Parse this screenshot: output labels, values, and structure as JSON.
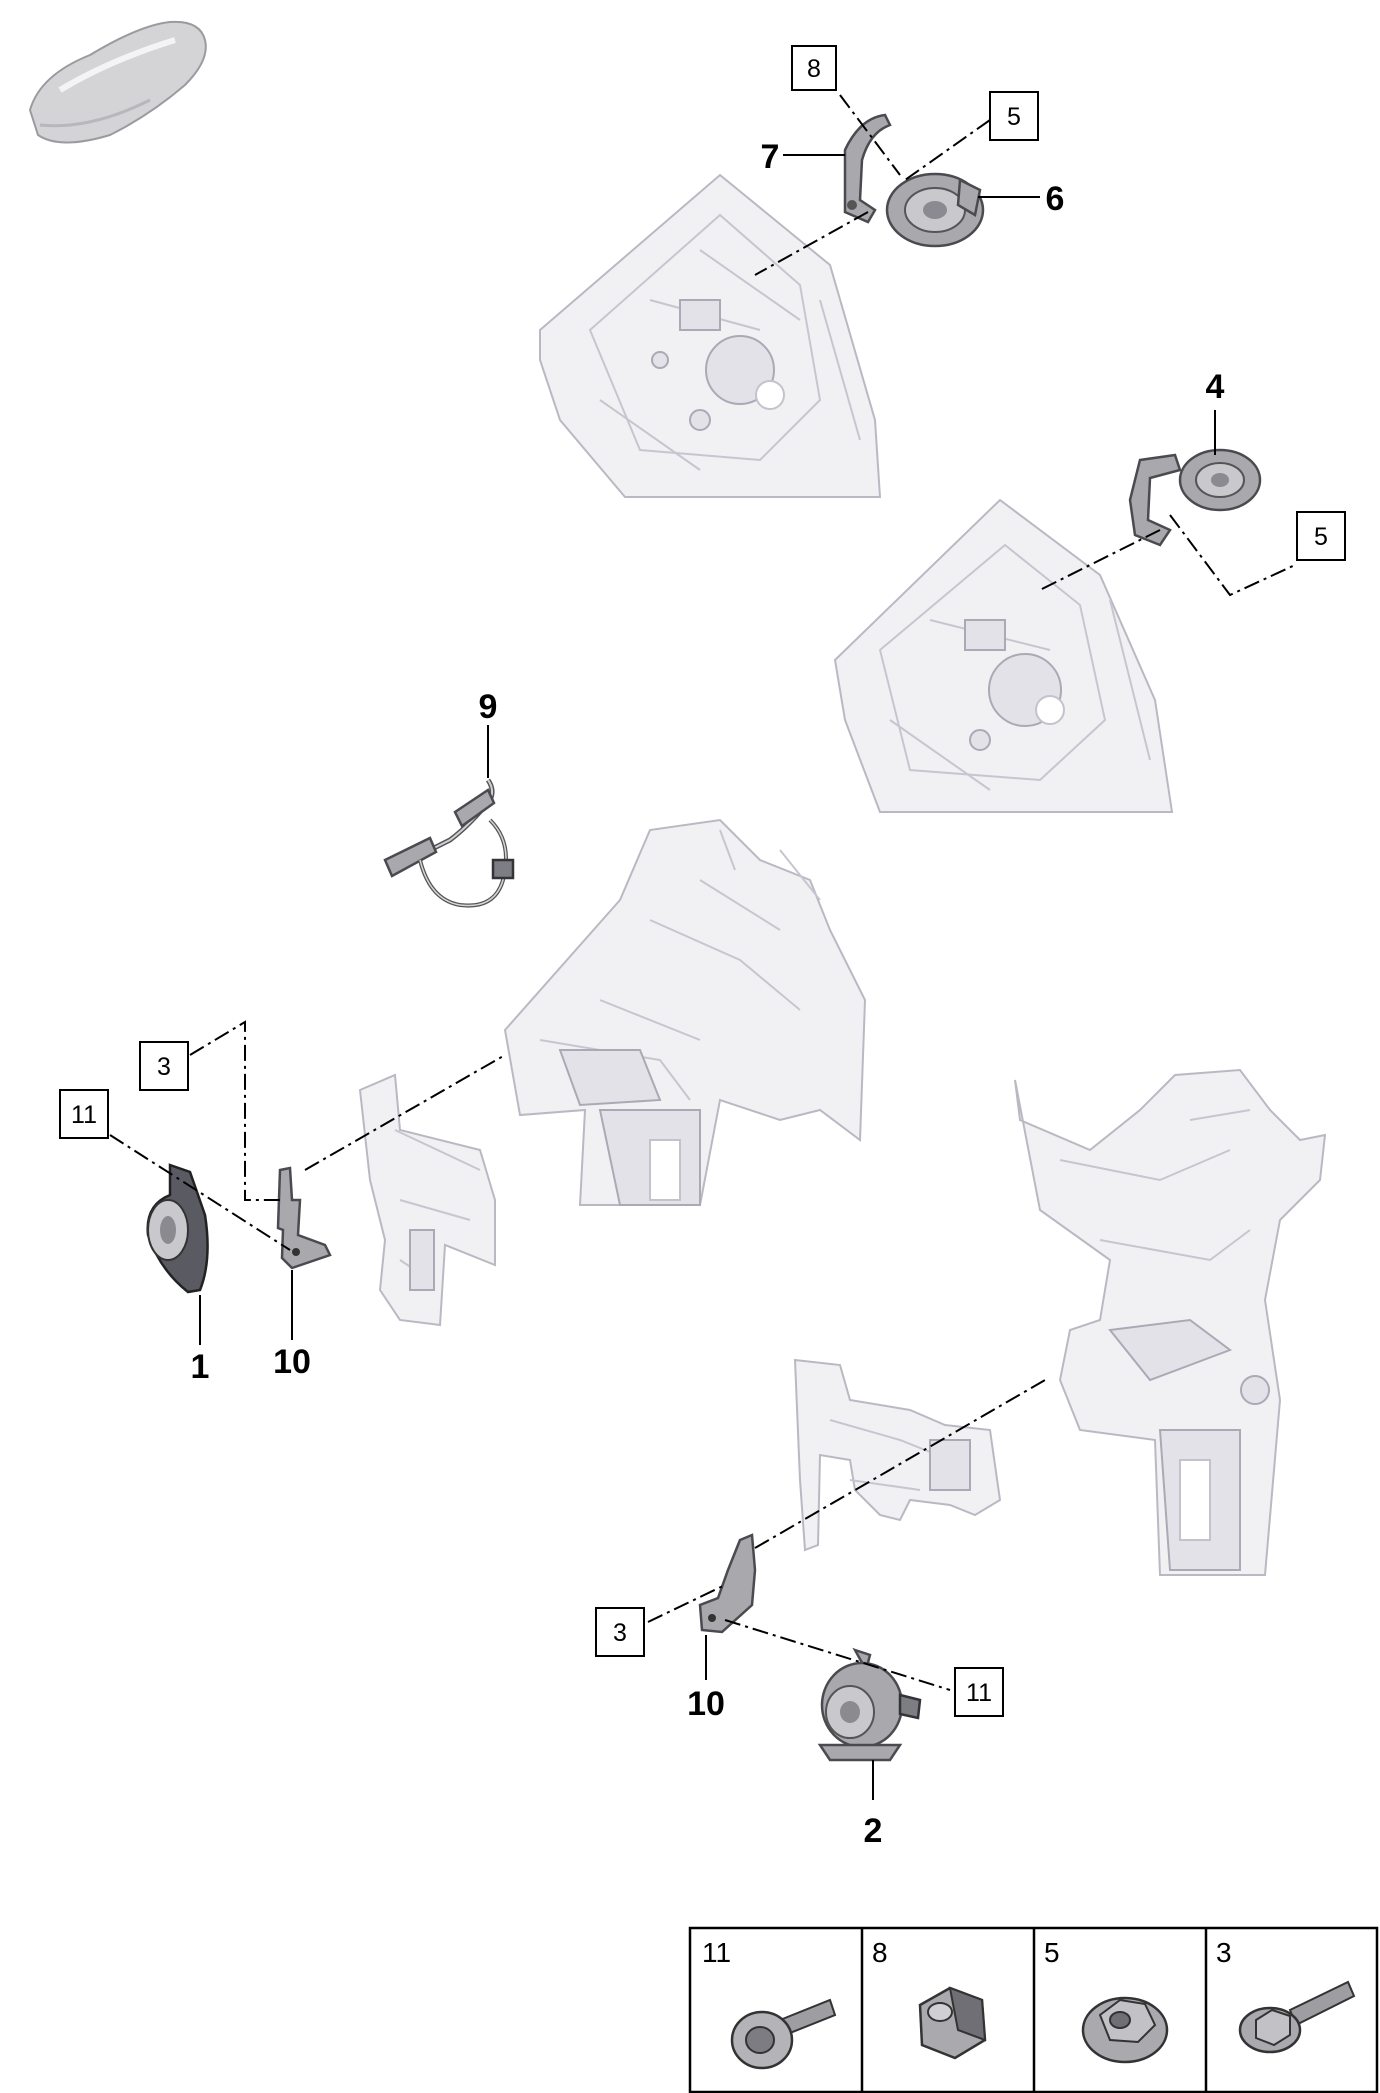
{
  "callouts": {
    "c1": "1",
    "c2": "2",
    "c4": "4",
    "c6": "6",
    "c7": "7",
    "c9": "9",
    "c10a": "10",
    "c10b": "10"
  },
  "boxed_refs": {
    "b8": "8",
    "b5a": "5",
    "b5b": "5",
    "b3a": "3",
    "b11a": "11",
    "b3b": "3",
    "b11b": "11"
  },
  "hardware_table": [
    {
      "number": "11",
      "icon": "hex-socket-bolt-icon"
    },
    {
      "number": "8",
      "icon": "flange-nut-icon"
    },
    {
      "number": "5",
      "icon": "flange-hex-nut-icon"
    },
    {
      "number": "3",
      "icon": "hex-flange-bolt-icon"
    }
  ]
}
